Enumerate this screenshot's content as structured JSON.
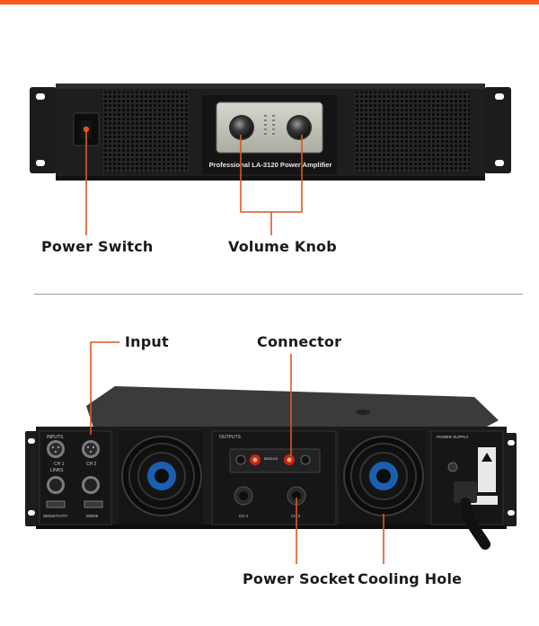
{
  "accent_color": "#e2571e",
  "front_panel": {
    "model_text": "Professional LA-3120 Power Amplifier",
    "labels": {
      "power_switch": "Power Switch",
      "volume_knob": "Volume Knob"
    }
  },
  "rear_panel": {
    "labels": {
      "input": "Input",
      "connector": "Connector",
      "power_socket": "Power Socket",
      "cooling_hole": "Cooling Hole"
    },
    "panel_text": {
      "inputs": "INPUTS",
      "outputs": "OUTPUTS",
      "power_supply": "POWER SUPPLY",
      "links": "LINKS",
      "ch1": "CH 1",
      "ch2": "CH 2",
      "bridge": "BRIDGE",
      "sensitivity": "SENSITIVITY",
      "mode": "MODE"
    }
  }
}
